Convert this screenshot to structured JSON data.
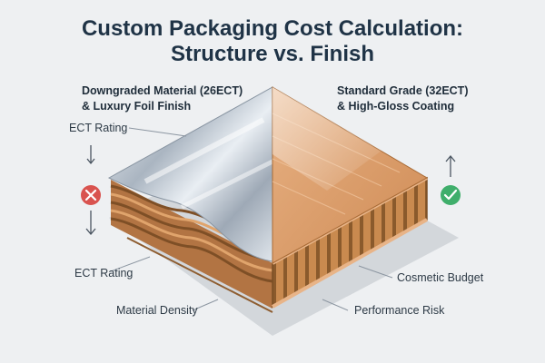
{
  "title": {
    "line1": "Custom Packaging Cost Calculation:",
    "line2": "Structure vs. Finish"
  },
  "left_panel": {
    "heading_line1": "Downgraded Material (26ECT)",
    "heading_line2": "& Luxury Foil Finish",
    "status_icon": "x-circle-icon",
    "status_color": "#d9534f",
    "labels": {
      "top": "ECT Rating",
      "mid": "ECT Rating",
      "bottom": "Material Density"
    }
  },
  "right_panel": {
    "heading_line1": "Standard Grade (32ECT)",
    "heading_line2": "& High-Gloss Coating",
    "status_icon": "check-circle-icon",
    "status_color": "#3fae6b",
    "labels": {
      "mid": "Cosmetic Budget",
      "bottom": "Performance Risk"
    }
  },
  "colors": {
    "title": "#1f3346",
    "foil": "#c9d2db",
    "kraft": "#d99a62",
    "corrugate": "#b97a43"
  }
}
